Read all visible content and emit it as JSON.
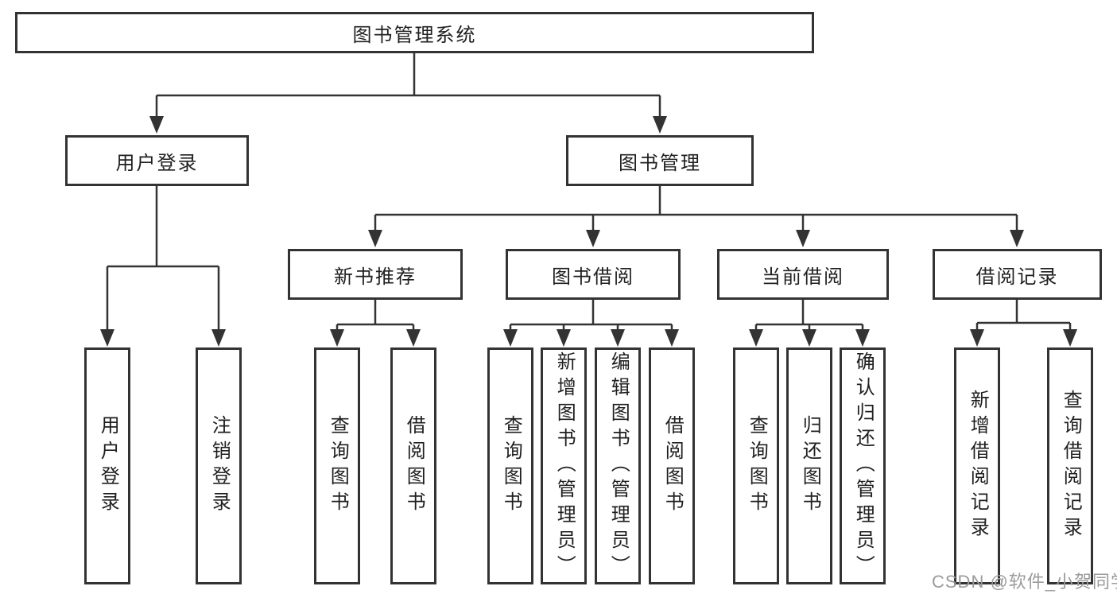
{
  "root": {
    "label": "图书管理系统"
  },
  "user_login": {
    "label": "用户登录",
    "children": {
      "login": {
        "label": "用户登录"
      },
      "logout": {
        "label": "注销登录"
      }
    }
  },
  "book_mgmt": {
    "label": "图书管理",
    "sections": {
      "new_books": {
        "label": "新书推荐",
        "children": {
          "query_books": {
            "label": "查询图书"
          },
          "borrow_books": {
            "label": "借阅图书"
          }
        }
      },
      "borrowing": {
        "label": "图书借阅",
        "children": {
          "query_books": {
            "label": "查询图书"
          },
          "add_books": {
            "label": "新增图书（管理员）"
          },
          "edit_books": {
            "label": "编辑图书（管理员）"
          },
          "borrow_books": {
            "label": "借阅图书"
          }
        }
      },
      "current_borrow": {
        "label": "当前借阅",
        "children": {
          "query_books": {
            "label": "查询图书"
          },
          "return_books": {
            "label": "归还图书"
          },
          "confirm_return": {
            "label": "确认归还（管理员）"
          }
        }
      },
      "borrow_records": {
        "label": "借阅记录",
        "children": {
          "add_record": {
            "label": "新增借阅记录"
          },
          "query_record": {
            "label": "查询借阅记录"
          }
        }
      }
    }
  },
  "watermark": {
    "text": "CSDN @软件_小贺同学"
  },
  "colors": {
    "line": "#333333",
    "border": "#333333",
    "text": "#1f1f1f",
    "watermark": "#9b9b9b",
    "background": "#ffffff"
  }
}
